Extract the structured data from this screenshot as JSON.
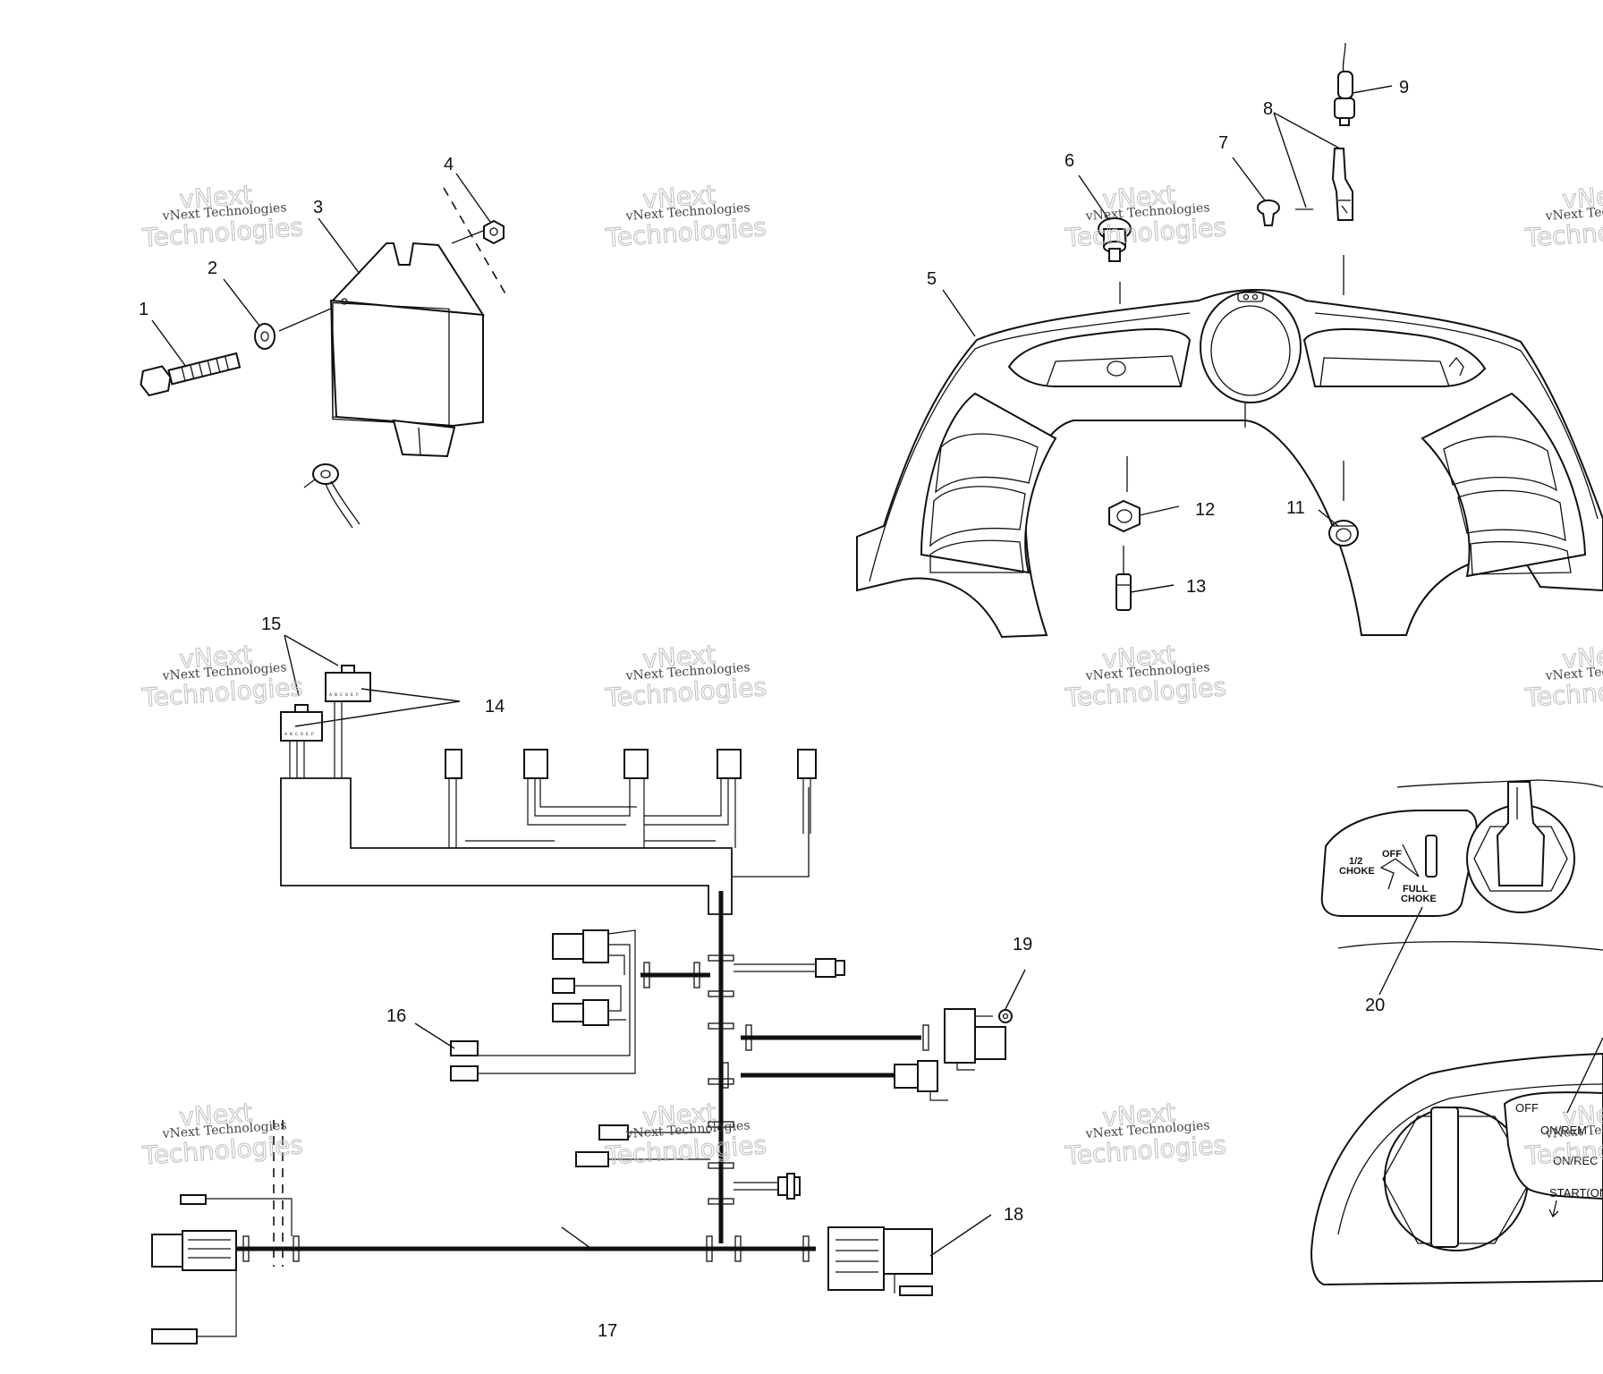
{
  "callouts": [
    "1",
    "2",
    "3",
    "4",
    "5",
    "6",
    "7",
    "8",
    "9",
    "11",
    "12",
    "13",
    "14",
    "15",
    "16",
    "17",
    "18",
    "19",
    "20"
  ],
  "panel_labels": {
    "choke_off": "OFF",
    "choke_half": "1/2",
    "choke_word": "CHOKE",
    "choke_full": "FULL",
    "choke_full_word": "CHOKE",
    "key_off": "OFF",
    "key_on_rem": "ON/REM",
    "key_on_rec": "ON/REC",
    "key_start": "START(ON)"
  },
  "connector_pins": "A B C D E F",
  "watermark": {
    "line1": "vNext Technologies",
    "line2": "vNext",
    "line3": "Technologies"
  },
  "colors": {
    "ink": "#111111",
    "background": "#ffffff",
    "watermark": "#bdbdbd"
  }
}
